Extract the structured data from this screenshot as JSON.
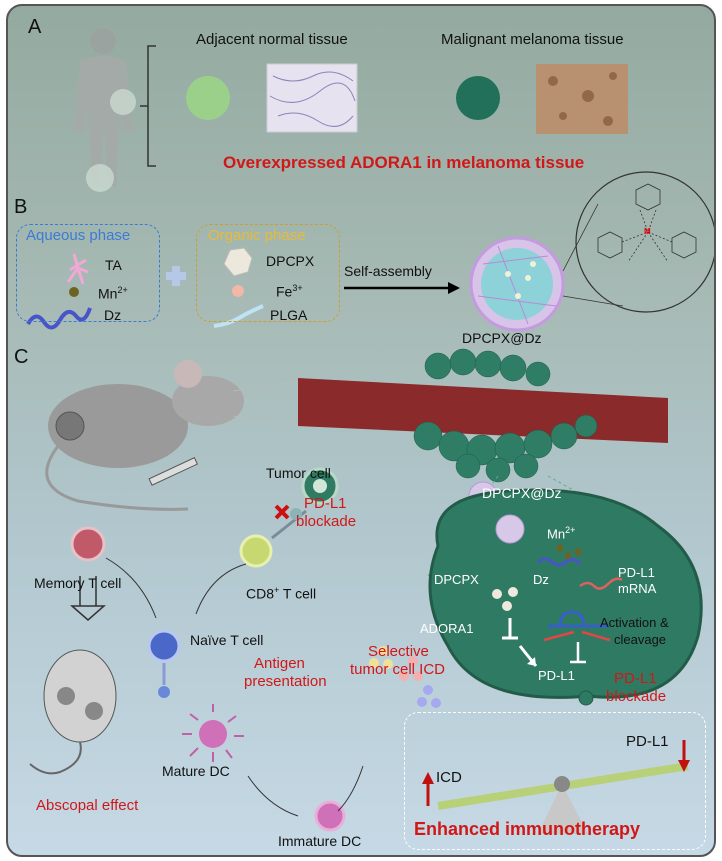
{
  "panel_a": {
    "label": "A",
    "normal_title": "Adjacent normal tissue",
    "malignant_title": "Malignant  melanoma tissue",
    "conclusion": "Overexpressed ADORA1 in melanoma tissue"
  },
  "panel_b": {
    "label": "B",
    "aqueous": {
      "title": "Aqueous phase",
      "items": [
        "TA",
        "Mn",
        "Dz"
      ],
      "mn_charge": "2+"
    },
    "organic": {
      "title": "Organic phase",
      "items": [
        "DPCPX",
        "Fe",
        "PLGA"
      ],
      "fe_charge": "3+"
    },
    "arrow_label": "Self-assembly",
    "product": "DPCPX@Dz",
    "metal_label": "M"
  },
  "panel_c": {
    "label": "C",
    "nanoparticle": "DPCPX@Dz",
    "mn": "Mn",
    "mn_charge": "2+",
    "dpcpx": "DPCPX",
    "dz": "Dz",
    "pdl1_mrna": [
      "PD-L1",
      "mRNA"
    ],
    "adora1": "ADORA1",
    "activation": [
      "Activation &",
      "cleavage"
    ],
    "pdl1": "PD-L1",
    "pdl1_blockade_right": [
      "PD-L1",
      "blockade"
    ],
    "selective_icd": [
      "Selective",
      "tumor cell ICD"
    ],
    "tumor_cell": "Tumor cell",
    "pdl1_blockade_left": [
      "PD-L1",
      "blockade"
    ],
    "cd8": "CD8",
    "cd8_sup": "+",
    "cd8_suffix": " T cell",
    "memory_t": "Memory T cell",
    "naive_t": "Naïve T cell",
    "antigen": [
      "Antigen",
      "presentation"
    ],
    "mature_dc": "Mature DC",
    "immature_dc": "Immature DC",
    "abscopal": "Abscopal effect",
    "seesaw": {
      "icd": "ICD",
      "pdl1": "PD-L1"
    },
    "enhanced": "Enhanced immunotherapy"
  },
  "colors": {
    "red": "#d01818",
    "aqueous": "#3a7bd5",
    "organic": "#e6bb3a",
    "tumor": "#2f7a62",
    "vessel": "#8a2a2a"
  }
}
